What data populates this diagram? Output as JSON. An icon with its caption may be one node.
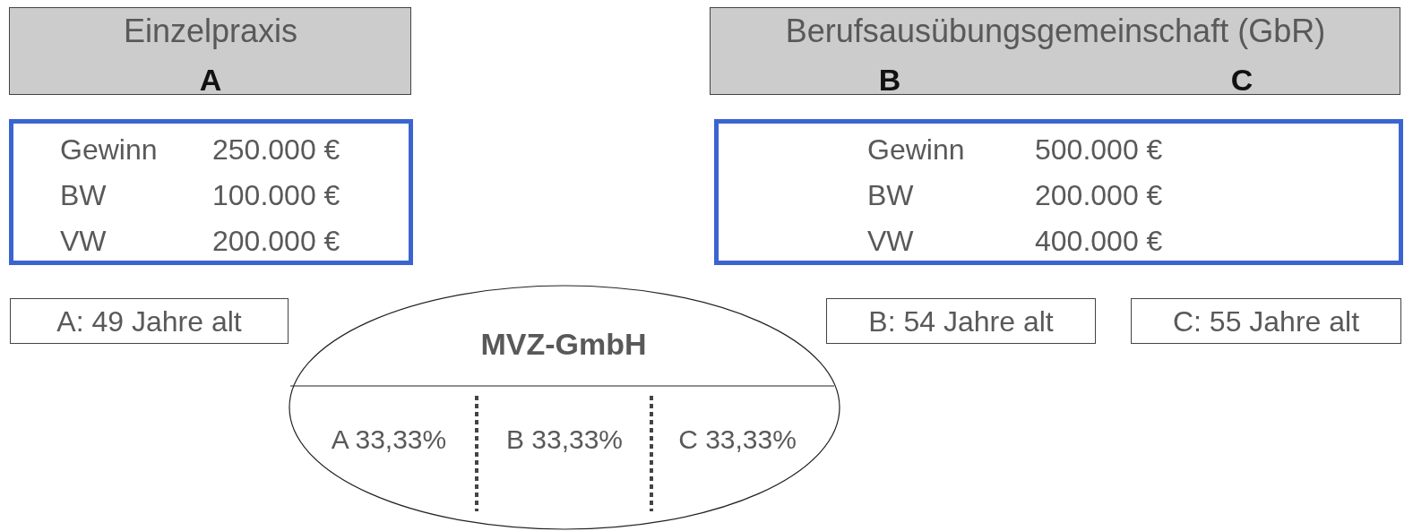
{
  "diagram": {
    "nodes": [
      {
        "text": [
          "Einzelpraxis",
          "A"
        ]
      },
      {
        "text": [
          "Berufsausübungsgemeinschaft (GbR)",
          "B",
          "C"
        ]
      },
      {
        "text": [
          "Gewinn",
          "250.000 €",
          "BW",
          "100.000 €",
          "VW",
          "200.000 €"
        ]
      },
      {
        "text": [
          "Gewinn",
          "500.000 €",
          "BW",
          "200.000 €",
          "VW",
          "400.000 €"
        ]
      },
      {
        "text": [
          "A: 49 Jahre alt"
        ]
      },
      {
        "text": [
          "B: 54 Jahre alt"
        ]
      },
      {
        "text": [
          "C: 55 Jahre alt"
        ]
      },
      {
        "text": [
          "MVZ-GmbH",
          "A 33,33%",
          "B 33,33%",
          "C 33,33%"
        ]
      }
    ]
  }
}
